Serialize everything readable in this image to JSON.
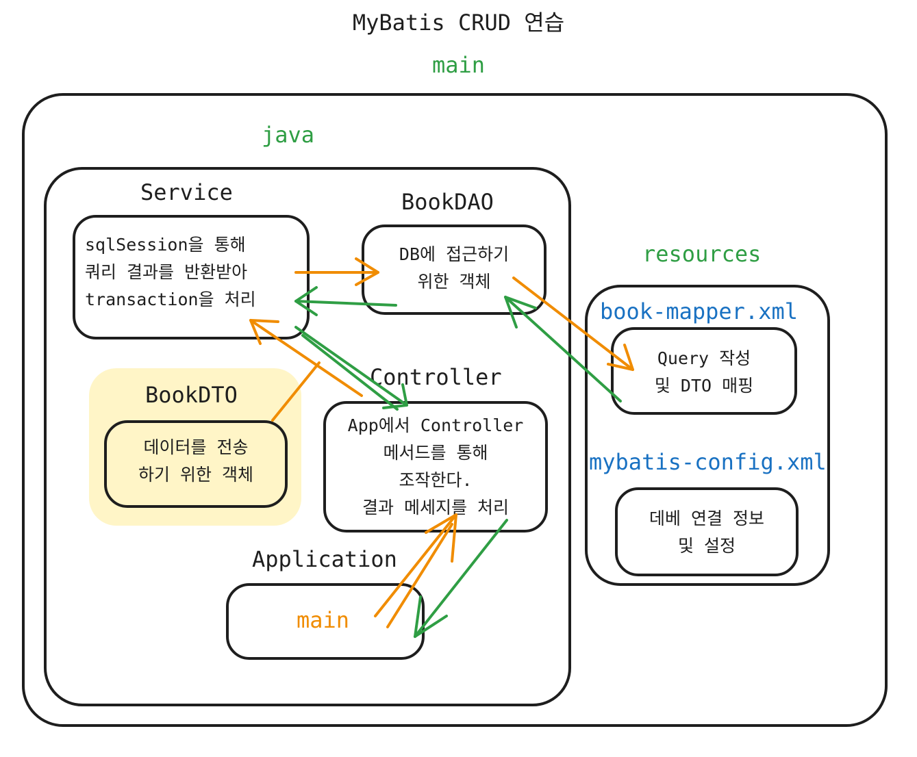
{
  "title": "MyBatis CRUD 연습",
  "main_label": "main",
  "java_label": "java",
  "resources_label": "resources",
  "service": {
    "label": "Service",
    "text": "sqlSession을 통해\n쿼리 결과를 반환받아\ntransaction을 처리"
  },
  "bookdao": {
    "label": "BookDAO",
    "text": "DB에 접근하기\n위한 객체"
  },
  "bookdto": {
    "label": "BookDTO",
    "text": "데이터를 전송\n하기 위한 객체"
  },
  "controller": {
    "label": "Controller",
    "text": "App에서 Controller\n메서드를 통해\n조작한다.\n결과 메세지를 처리"
  },
  "application": {
    "label": "Application",
    "main": "main"
  },
  "mapper": {
    "label": "book-mapper.xml",
    "text": "Query 작성\n및 DTO 매핑"
  },
  "config": {
    "label": "mybatis-config.xml",
    "text": "데베 연결 정보\n및 설정"
  },
  "colors": {
    "green": "#2f9e44",
    "blue": "#1971c2",
    "orange": "#f08c00",
    "highlight": "#ffec99",
    "stroke": "#1e1e1e"
  }
}
